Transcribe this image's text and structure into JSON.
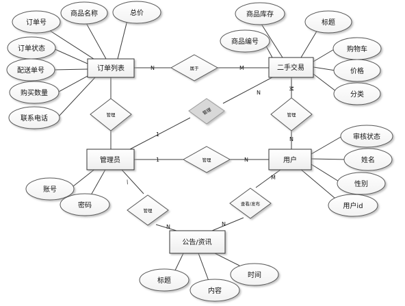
{
  "entities": {
    "order_list": "订单列表",
    "secondhand": "二手交易",
    "admin": "管理员",
    "user": "用户",
    "notice": "公告/资讯"
  },
  "relations": {
    "belongs": "属于",
    "manage_order": "管理",
    "secondhand_manage": "管理",
    "manage_secondhand": "管理",
    "manage_user": "管理",
    "manage_notice": "管理",
    "view_post": "查看/发布"
  },
  "attributes": {
    "order_no": "订单号",
    "product_name": "商品名称",
    "total_price": "总价",
    "order_status": "订单状态",
    "delivery_no": "配送单号",
    "buy_qty": "购买数量",
    "contact_phone": "联系电话",
    "stock": "商品库存",
    "title": "标题",
    "product_code": "商品编号",
    "cart": "购物车",
    "price": "价格",
    "category": "分类",
    "review_status": "审核状态",
    "name": "姓名",
    "gender": "性别",
    "user_id": "用户id",
    "account": "账号",
    "password": "密码",
    "notice_title": "标题",
    "content": "内容",
    "time": "时间"
  },
  "cardinality": {
    "n": "N",
    "m": "M",
    "one": "1"
  }
}
